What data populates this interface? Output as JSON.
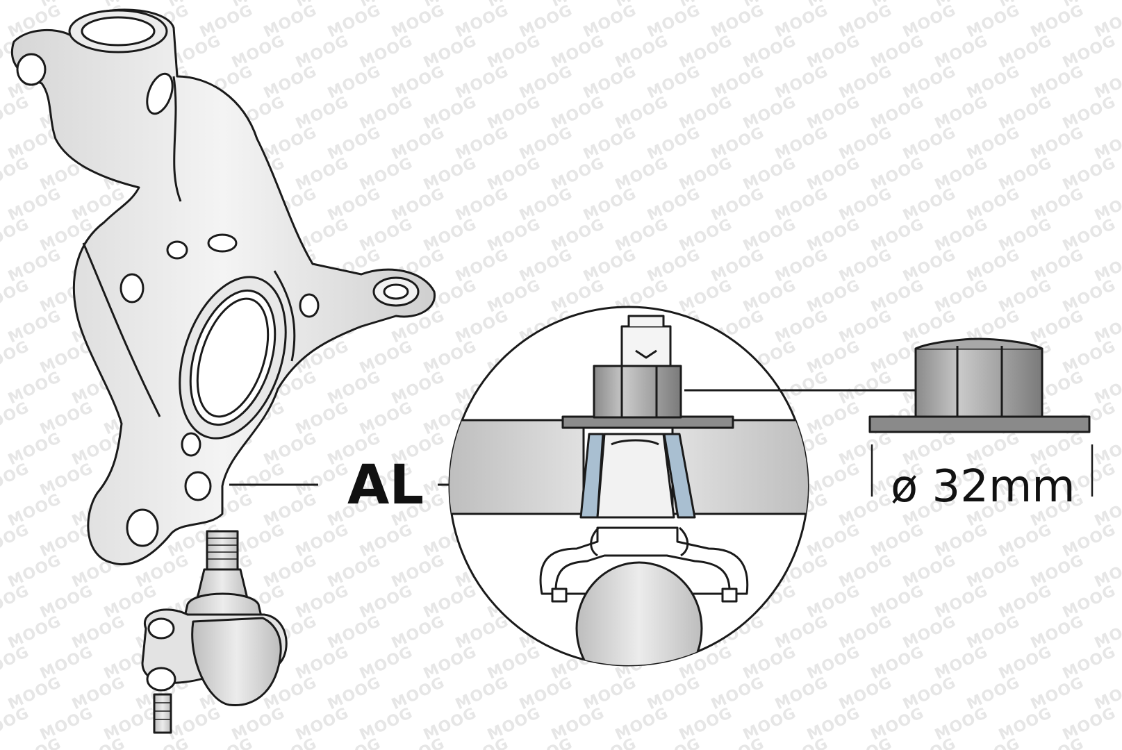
{
  "watermark": {
    "text": "MOOG"
  },
  "labels": {
    "material": "AL",
    "diameter": "ø 32mm"
  },
  "colors": {
    "part_fill": "#e3e3e3",
    "part_dark": "#8c8c8c",
    "outline": "#1a1a1a",
    "bushing": "#a9bfd1",
    "background": "#ffffff"
  },
  "icons": [
    "steering-knuckle-icon",
    "ball-joint-icon",
    "hex-flange-nut-icon",
    "cross-section-detail-icon"
  ]
}
